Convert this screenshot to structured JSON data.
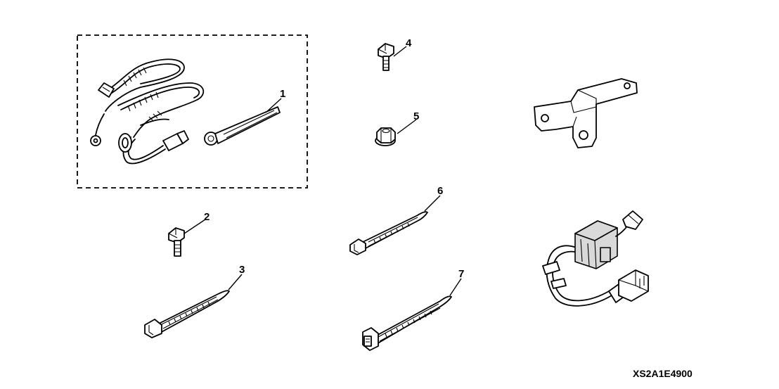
{
  "diagram_code": "XS2A1E4900",
  "callouts": [
    {
      "number": "1"
    },
    {
      "number": "2"
    },
    {
      "number": "3"
    },
    {
      "number": "4"
    },
    {
      "number": "5"
    },
    {
      "number": "6"
    },
    {
      "number": "7"
    }
  ]
}
